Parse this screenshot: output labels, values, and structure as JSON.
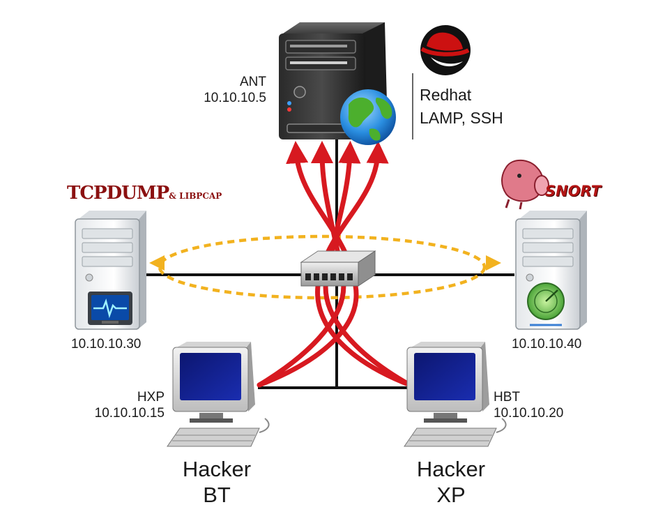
{
  "ant": {
    "name": "ANT",
    "ip": "10.10.10.5"
  },
  "os": {
    "line1": "Redhat",
    "line2": "LAMP, SSH"
  },
  "left_server": {
    "ip": "10.10.10.30",
    "logo_main": "TCPDUMP",
    "logo_sub": "& LIBPCAP"
  },
  "right_server": {
    "ip": "10.10.10.40",
    "logo": "SNORT"
  },
  "left_pc": {
    "name": "HXP",
    "ip": "10.10.10.15",
    "title_line1": "Hacker",
    "title_line2": "BT"
  },
  "right_pc": {
    "name": "HBT",
    "ip": "10.10.10.20",
    "title_line1": "Hacker",
    "title_line2": "XP"
  },
  "colors": {
    "attack_arrow": "#d71920",
    "mirror_dash": "#f2b21f",
    "wire": "#111111",
    "logo_red": "#b31515"
  },
  "icons": [
    "tower-server-icon",
    "redhat-logo-icon",
    "globe-icon",
    "network-switch-icon",
    "monitor-heartbeat-icon",
    "radar-icon",
    "crt-monitor-icon",
    "keyboard-icon"
  ]
}
